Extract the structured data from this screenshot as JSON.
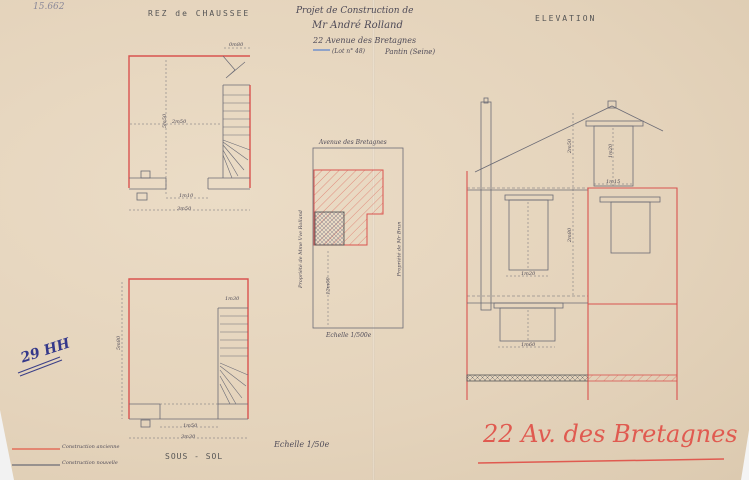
{
  "document": {
    "archive_ref": "15.662",
    "catalog_mark": "29 HH",
    "address_big": "22 Av. des Bretagnes",
    "scale_plans": "Echelle 1/50e",
    "colors": {
      "paper": "#e6d6c0",
      "new_construction": "#d9534f",
      "existing_construction": "#6b6b75",
      "pencil": "#5a5560"
    }
  },
  "title_block": {
    "line1": "Projet de Construction de",
    "line2": "Mr André Rolland",
    "line3": "22 Avenue des Bretagnes",
    "line4": "(Lot n° 48)",
    "line5": "Pantin (Seine)"
  },
  "plans": {
    "ground_floor": {
      "title": "REZ de CHAUSSEE",
      "dims": {
        "top_right": "0m80",
        "width_inner": "1m10",
        "width_total": "3m50",
        "depth": "5m50",
        "span": "2m50"
      }
    },
    "basement": {
      "title": "SOUS - SOL",
      "dims": {
        "stair_width": "1m30",
        "width_inner": "1m50",
        "width_total": "3m30",
        "depth": "5m80"
      }
    },
    "site_plan": {
      "street": "Avenue des Bretagnes",
      "left_neighbor": "Propriété de Mme Vve Rolland",
      "right_neighbor": "Propriété de Mr Brun",
      "setback": "12m00",
      "scale": "Echelle 1/500e"
    },
    "elevation": {
      "title": "ELEVATION",
      "dims": {
        "upper_height": "2m50",
        "mid_height": "2m80",
        "window_height": "1m20",
        "window_width_1": "1m15",
        "window_width_2": "1m20",
        "window_width_3": "1m60"
      }
    }
  },
  "legend": {
    "items": [
      {
        "label": "Construction ancienne",
        "color": "#e36f5a"
      },
      {
        "label": "Construction nouvelle",
        "color": "#6b6b75"
      }
    ]
  }
}
